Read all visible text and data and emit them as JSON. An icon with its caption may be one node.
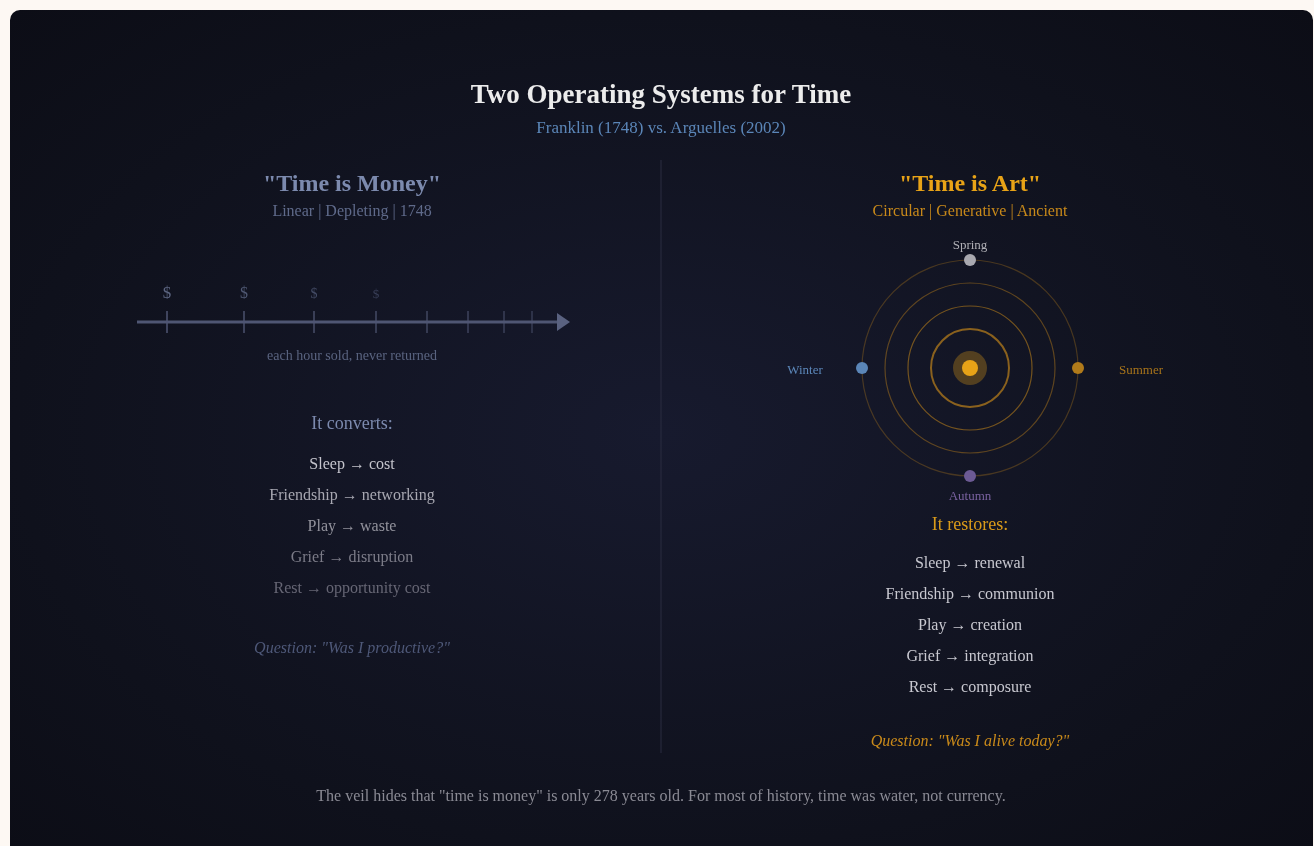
{
  "diagram": {
    "title": "Two Operating Systems for Time",
    "caption": "The veil hides that \"time is money\" is only 278 years old. For most of history, time was water, not currency.",
    "labels": [
      "Franklin (1748) vs. Arguelles (2002)",
      "\"Time is Money\"",
      "Linear | Depleting | 1748",
      "$",
      "$",
      "$",
      "$",
      "each hour sold, never returned",
      "It converts:",
      "Sleep → cost",
      "Friendship → networking",
      "Play → waste",
      "Grief → disruption",
      "Rest → opportunity cost",
      "Question: \"Was I productive?\"",
      "\"Time is Art\"",
      "Circular | Generative | Ancient",
      "Spring",
      "Winter",
      "Summer",
      "Autumn",
      "It restores:",
      "Sleep → renewal",
      "Friendship → communion",
      "Play → creation",
      "Grief → integration",
      "Rest → composure",
      "Question: \"Was I alive today?\""
    ]
  }
}
